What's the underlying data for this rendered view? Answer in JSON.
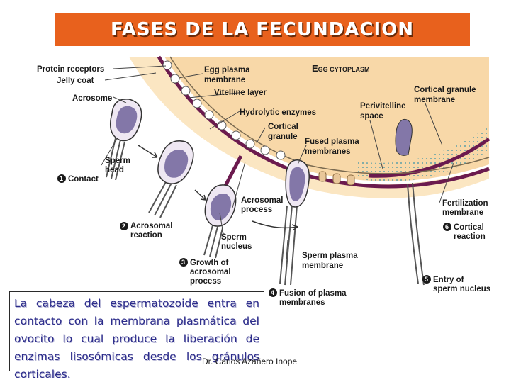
{
  "title": "FASES DE LA FECUNDACION",
  "labels": {
    "protein_receptors": "Protein receptors",
    "jelly_coat": "Jelly coat",
    "acrosome": "Acrosome",
    "egg_plasma_membrane_1": "Egg plasma",
    "egg_plasma_membrane_2": "membrane",
    "vitelline_layer": "Vitelline layer",
    "hydrolytic_enzymes": "Hydrolytic enzymes",
    "cortical_granule_1": "Cortical",
    "cortical_granule_2": "granule",
    "fused_plasma_1": "Fused plasma",
    "fused_plasma_2": "membranes",
    "perivitelline_1": "Perivitelline",
    "perivitelline_2": "space",
    "cortical_granule_membrane_1": "Cortical granule",
    "cortical_granule_membrane_2": "membrane",
    "egg_cytoplasm_big": "E",
    "egg_cytoplasm_rest": "GG CYTOPLASM",
    "sperm_head_1": "Sperm",
    "sperm_head_2": "head",
    "acrosomal_process_1": "Acrosomal",
    "acrosomal_process_2": "process",
    "sperm_nucleus_1": "Sperm",
    "sperm_nucleus_2": "nucleus",
    "sperm_plasma_membrane_1": "Sperm plasma",
    "sperm_plasma_membrane_2": "membrane",
    "fertilization_membrane_1": "Fertilization",
    "fertilization_membrane_2": "membrane"
  },
  "steps": [
    {
      "num": "1",
      "line1": "Contact",
      "line2": "",
      "line3": ""
    },
    {
      "num": "2",
      "line1": "Acrosomal",
      "line2": "reaction",
      "line3": ""
    },
    {
      "num": "3",
      "line1": "Growth of",
      "line2": "acrosomal",
      "line3": "process"
    },
    {
      "num": "4",
      "line1": "Fusion of plasma",
      "line2": "membranes",
      "line3": ""
    },
    {
      "num": "5",
      "line1": "Entry of",
      "line2": "sperm nucleus",
      "line3": ""
    },
    {
      "num": "6",
      "line1": "Cortical",
      "line2": "reaction",
      "line3": ""
    }
  ],
  "caption": "La cabeza del espermatozoide entra en contacto con la membrana plasmática del ovocito lo cual produce la liberación de enzimas lisosómicas desde los gránulos corticales.",
  "author": "Dr. Carlos Azañero Inope",
  "colors": {
    "title_bg": "#e8611d",
    "egg_cytoplasm": "#f8d8a8",
    "jelly_coat": "#fbe6c2",
    "vitelline_layer": "#6b1a4e",
    "sperm_nucleus": "#8377a8",
    "caption_text": "#2b2b8a"
  }
}
